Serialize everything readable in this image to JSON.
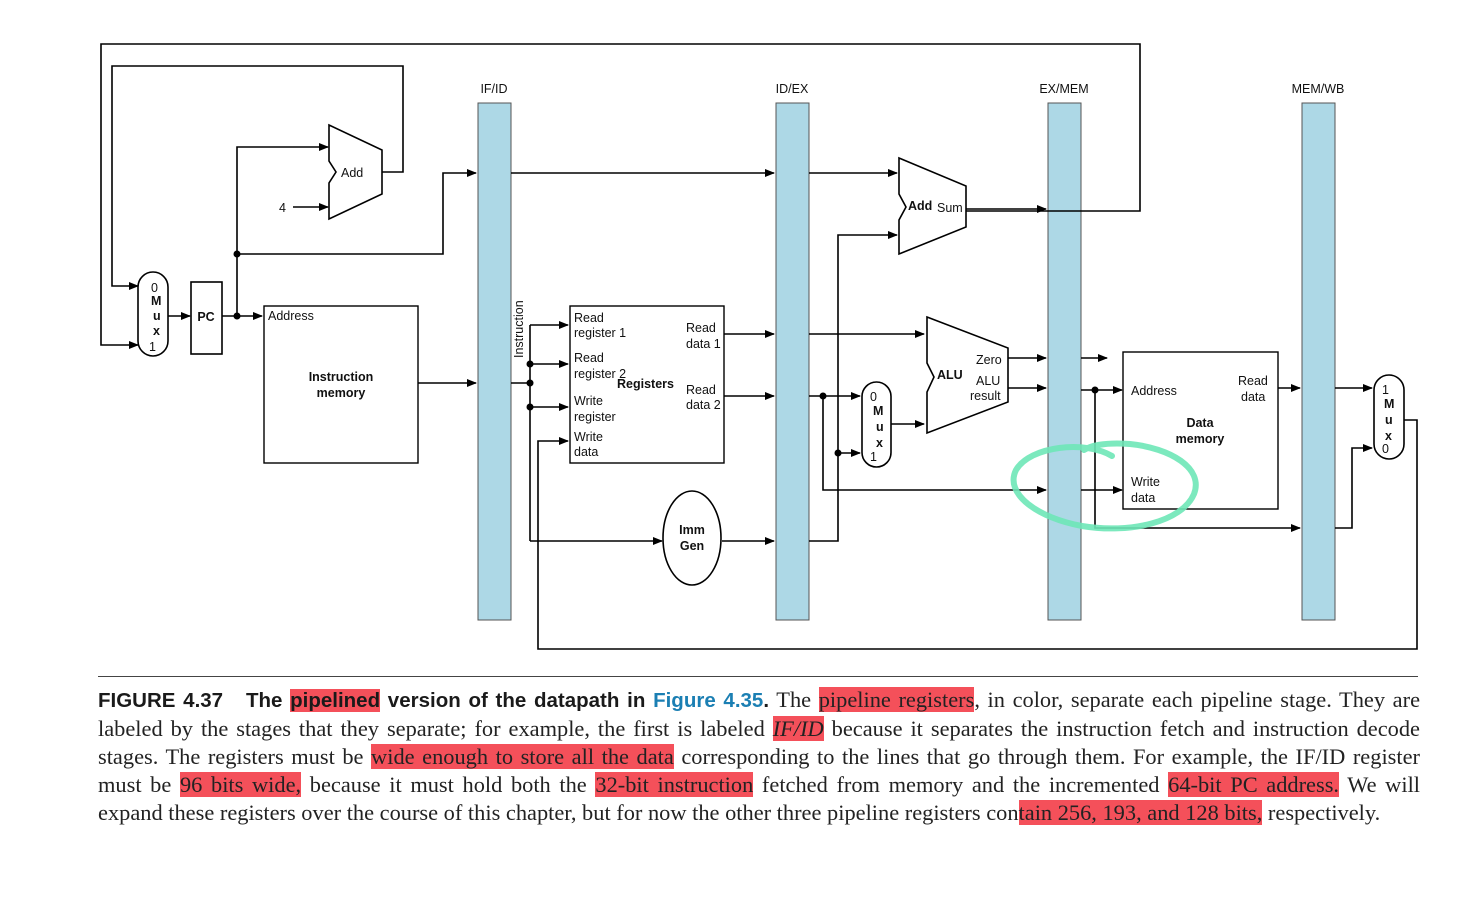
{
  "colors": {
    "pipeline_register": "#add8e6",
    "highlight": "#f4505a",
    "marker_circle": "#6ee7b7",
    "figure_link": "#1b7fb3"
  },
  "diagram": {
    "pipeline_registers": [
      "IF/ID",
      "ID/EX",
      "EX/MEM",
      "MEM/WB"
    ],
    "ifid_vertical_label": "Instruction",
    "pc": "PC",
    "adder_top": "Add",
    "constant_four": "4",
    "mux_if": {
      "in0": "0",
      "in1": "1",
      "letters": [
        "M",
        "u",
        "x"
      ]
    },
    "instruction_memory": {
      "address": "Address",
      "title_line1": "Instruction",
      "title_line2": "memory"
    },
    "registers": {
      "title": "Registers",
      "read_register_1": [
        "Read",
        "register 1"
      ],
      "read_register_2": [
        "Read",
        "register 2"
      ],
      "write_register": [
        "Write",
        "register"
      ],
      "write_data": [
        "Write",
        "data"
      ],
      "read_data_1": [
        "Read",
        "data 1"
      ],
      "read_data_2": [
        "Read",
        "data 2"
      ]
    },
    "imm_gen": [
      "Imm",
      "Gen"
    ],
    "branch_adder": {
      "title": "Add",
      "output": "Sum"
    },
    "mux_ex": {
      "in0": "0",
      "in1": "1",
      "letters": [
        "M",
        "u",
        "x"
      ]
    },
    "alu": {
      "title": "ALU",
      "zero": "Zero",
      "result": [
        "ALU",
        "result"
      ]
    },
    "data_memory": {
      "address": "Address",
      "write_data": [
        "Write",
        "data"
      ],
      "read_data": [
        "Read",
        "data"
      ],
      "title": [
        "Data",
        "memory"
      ]
    },
    "mux_wb": {
      "in1": "1",
      "in0": "0",
      "letters": [
        "M",
        "u",
        "x"
      ]
    }
  },
  "caption": {
    "figure_number": "FIGURE 4.37",
    "title_pre": "The ",
    "title_hl": "pipelined",
    "title_post": " version of the datapath in ",
    "figure_ref": "Figure 4.35",
    "title_end": ".",
    "s1a": " The ",
    "hl1": "pipeline registers",
    "s1b": ", in color, separate each pipeline stage. They are labeled by the stages that they separate; for example, the first is labeled ",
    "hl2": "IF/ID",
    "s2a": " because it separates the instruction fetch and instruction decode stages. The registers must be ",
    "hl3": "wide enough to store all the data",
    "s3a": " corresponding to the lines that go through them. For example, the IF/ID register must be ",
    "hl4": "96 bits wide,",
    "s4a": " because it must hold both the ",
    "hl5": "32-bit instruction",
    "s5a": " fetched from memory and the incremented ",
    "hl6": "64-bit PC address.",
    "s6a": " We will expand these registers over the course of this chapter, but for now the other three pipeline registers con",
    "hl7": "tain 256, 193, and 128 bits,",
    "s7a": " respectively."
  }
}
